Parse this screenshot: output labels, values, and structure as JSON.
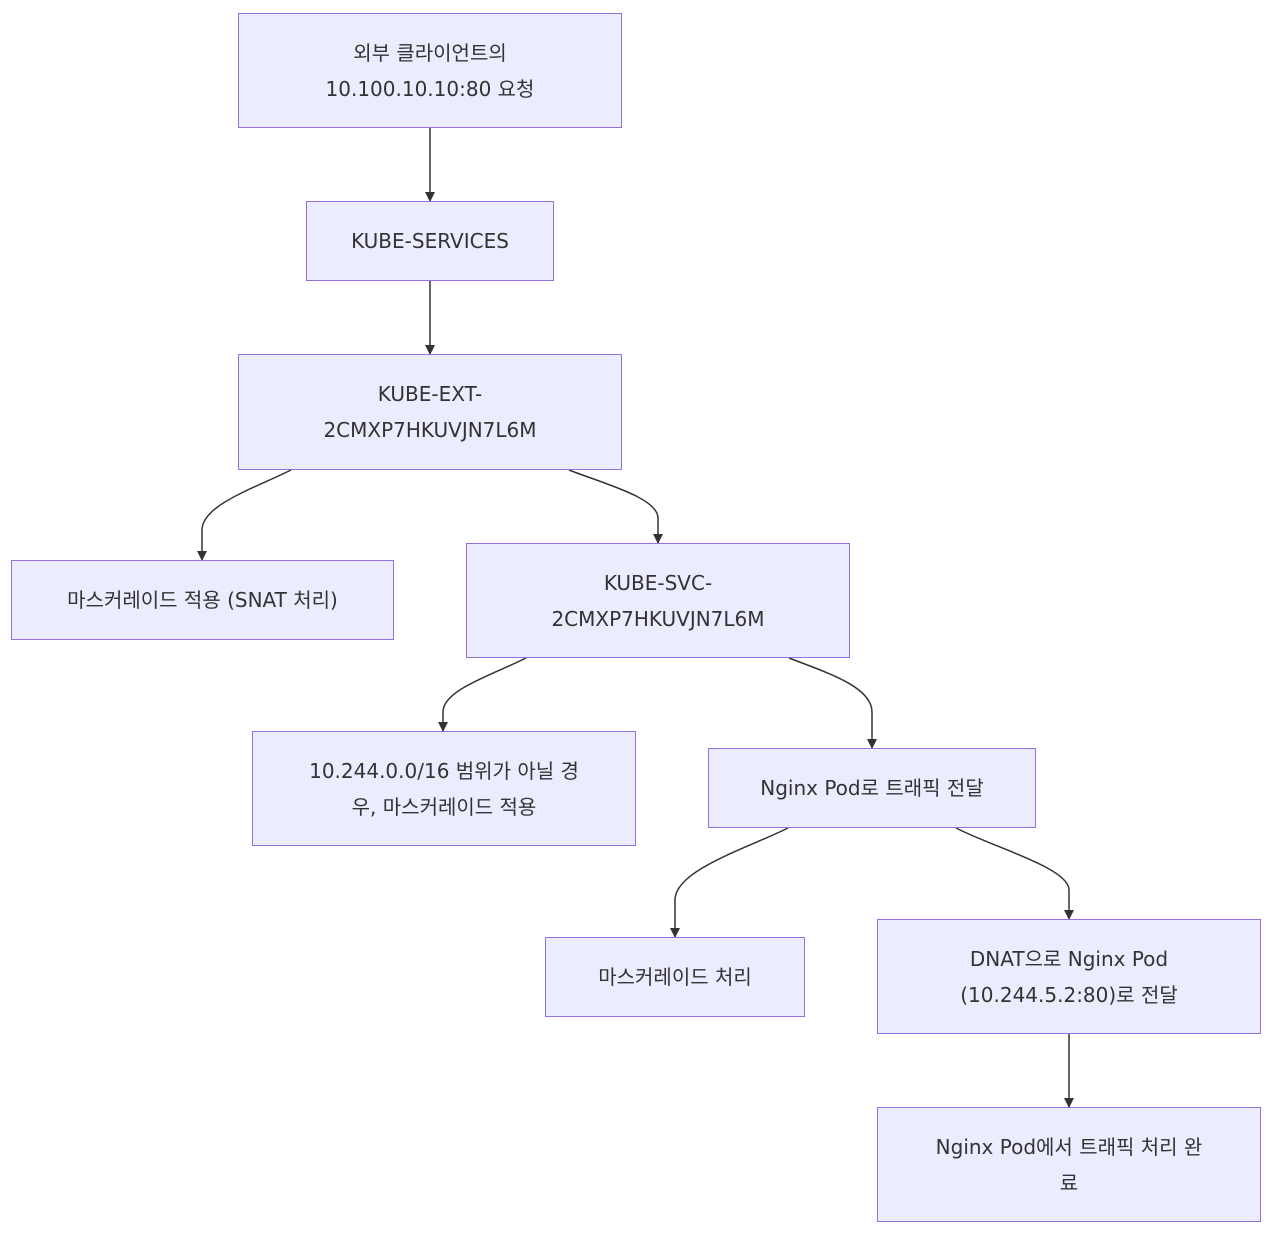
{
  "diagram": {
    "style": {
      "node_fill": "#ECECFF",
      "node_stroke": "#9370DB",
      "edge_color": "#333333",
      "text_color": "#333333"
    },
    "nodes": {
      "client_request": {
        "text": "외부 클라이언트의\n10.100.10.10:80 요청"
      },
      "kube_services": {
        "text": "KUBE-SERVICES"
      },
      "kube_ext": {
        "text": "KUBE-EXT-\n2CMXP7HKUVJN7L6M"
      },
      "masquerade_snat": {
        "text": "마스커레이드 적용 (SNAT 처리)"
      },
      "kube_svc": {
        "text": "KUBE-SVC-\n2CMXP7HKUVJN7L6M"
      },
      "range_masquerade": {
        "text": "10.244.0.0/16 범위가 아닐 경\n우, 마스커레이드 적용"
      },
      "forward_nginx": {
        "text": "Nginx Pod로 트래픽 전달"
      },
      "masquerade_process": {
        "text": "마스커레이드 처리"
      },
      "dnat_nginx": {
        "text": "DNAT으로 Nginx Pod\n(10.244.5.2:80)로 전달"
      },
      "nginx_done": {
        "text": "Nginx Pod에서 트래픽 처리 완\n료"
      }
    },
    "edges": [
      {
        "from": "client_request",
        "to": "kube_services"
      },
      {
        "from": "kube_services",
        "to": "kube_ext"
      },
      {
        "from": "kube_ext",
        "to": "masquerade_snat"
      },
      {
        "from": "kube_ext",
        "to": "kube_svc"
      },
      {
        "from": "kube_svc",
        "to": "range_masquerade"
      },
      {
        "from": "kube_svc",
        "to": "forward_nginx"
      },
      {
        "from": "forward_nginx",
        "to": "masquerade_process"
      },
      {
        "from": "forward_nginx",
        "to": "dnat_nginx"
      },
      {
        "from": "dnat_nginx",
        "to": "nginx_done"
      }
    ]
  }
}
